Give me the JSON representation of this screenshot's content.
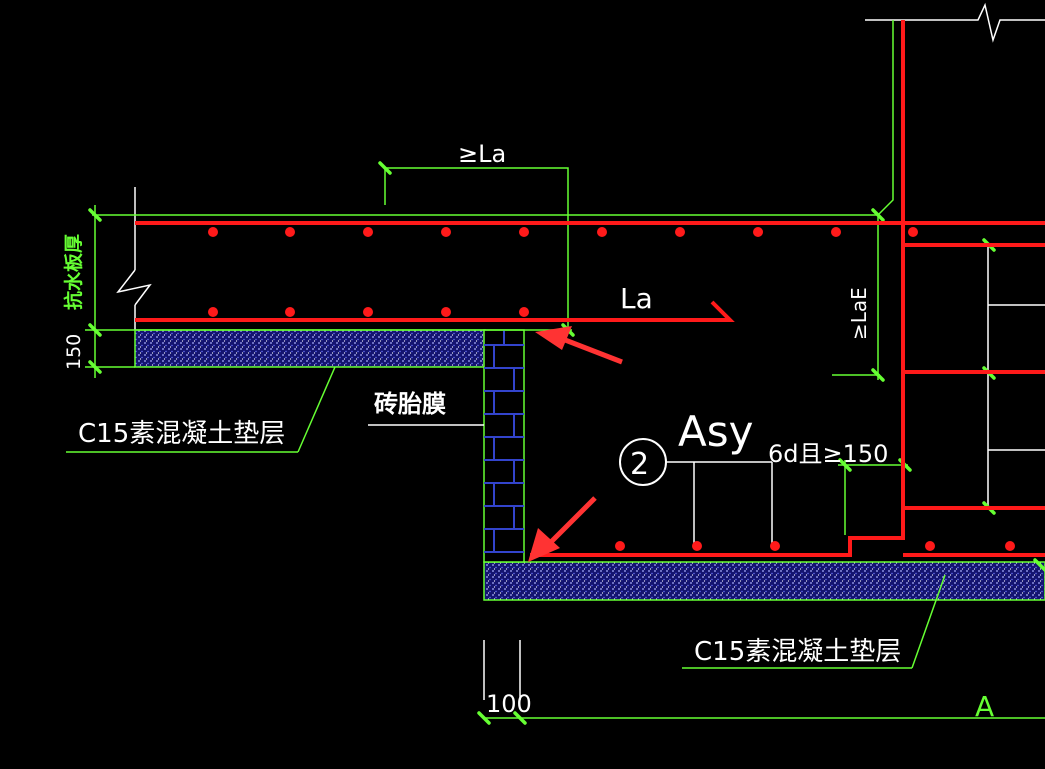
{
  "labels": {
    "anchor_top": "≥La",
    "anchor_la": "La",
    "anchor_lae": "≥LaE",
    "slab_thickness": "抗水板厚",
    "cushion_thickness": "150",
    "cushion_top": "C15素混凝土垫层",
    "brick_mold": "砖胎膜",
    "callout_number": "2",
    "rebar_code": "Asy",
    "bend_length": "6d且≥150",
    "cushion_bottom": "C15素混凝土垫层",
    "dim_100": "100",
    "grid_axis": "A"
  },
  "colors": {
    "background": "#000000",
    "rebar": "#ff1a1a",
    "dimension": "#66ff33",
    "linework": "#ffffff",
    "cushion_fill": "#1a1a8c",
    "brick": "#3344cc",
    "arrow": "#ff3333"
  }
}
